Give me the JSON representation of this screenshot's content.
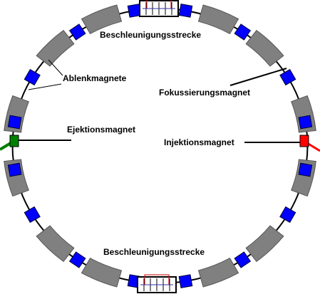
{
  "labels": {
    "accel_top": "Beschleunigungsstrecke",
    "accel_bottom": "Beschleunigungsstrecke",
    "bending": "Ablenkmagnete",
    "focusing": "Fokussierungsmagnet",
    "ejection": "Ejektionsmagnet",
    "injection": "Injektionsmagnet"
  },
  "colors": {
    "ring": "#000000",
    "bending_magnet": "#808080",
    "focusing_magnet": "#0000ff",
    "ejection_magnet": "#008000",
    "injection_magnet": "#ff0000",
    "accelerator": "#ffffff",
    "rf_wire": "#cc0000"
  }
}
